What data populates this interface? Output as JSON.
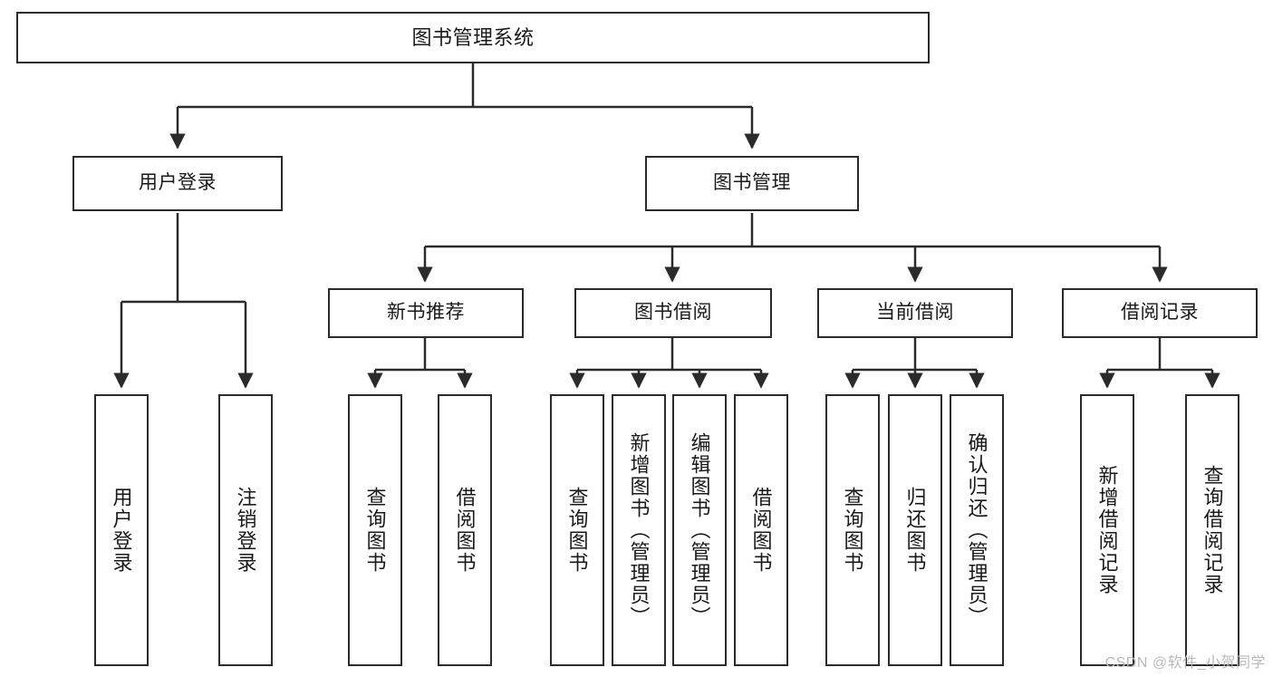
{
  "diagram": {
    "type": "tree",
    "title": "图书管理系统",
    "watermark": "CSDN @软件_小贺同学",
    "colors": {
      "box_border": "#2b2b2b",
      "box_fill": "#ffffff",
      "connector": "#2b2b2b",
      "text": "#1a1a1a",
      "watermark": "#b9b9b9"
    },
    "nodes": {
      "root": {
        "label": "图书管理系统"
      },
      "level1": [
        {
          "id": "user-login",
          "label": "用户登录"
        },
        {
          "id": "book-manage",
          "label": "图书管理"
        }
      ],
      "level2": [
        {
          "id": "new-book-rec",
          "label": "新书推荐"
        },
        {
          "id": "book-borrow",
          "label": "图书借阅"
        },
        {
          "id": "current-borrow",
          "label": "当前借阅"
        },
        {
          "id": "borrow-record",
          "label": "借阅记录"
        }
      ],
      "leaves": {
        "user-login": [
          {
            "id": "leaf-user-login",
            "label": "用户登录"
          },
          {
            "id": "leaf-logout",
            "label": "注销登录"
          }
        ],
        "new-book-rec": [
          {
            "id": "leaf-query-book-1",
            "label": "查询图书"
          },
          {
            "id": "leaf-borrow-book-1",
            "label": "借阅图书"
          }
        ],
        "book-borrow": [
          {
            "id": "leaf-query-book-2",
            "label": "查询图书"
          },
          {
            "id": "leaf-add-book",
            "label": "新增图书（管理员）"
          },
          {
            "id": "leaf-edit-book",
            "label": "编辑图书（管理员）"
          },
          {
            "id": "leaf-borrow-book-2",
            "label": "借阅图书"
          }
        ],
        "current-borrow": [
          {
            "id": "leaf-query-book-3",
            "label": "查询图书"
          },
          {
            "id": "leaf-return-book",
            "label": "归还图书"
          },
          {
            "id": "leaf-confirm-return",
            "label": "确认归还（管理员）"
          }
        ],
        "borrow-record": [
          {
            "id": "leaf-add-record",
            "label": "新增借阅记录"
          },
          {
            "id": "leaf-query-record",
            "label": "查询借阅记录"
          }
        ]
      }
    }
  }
}
